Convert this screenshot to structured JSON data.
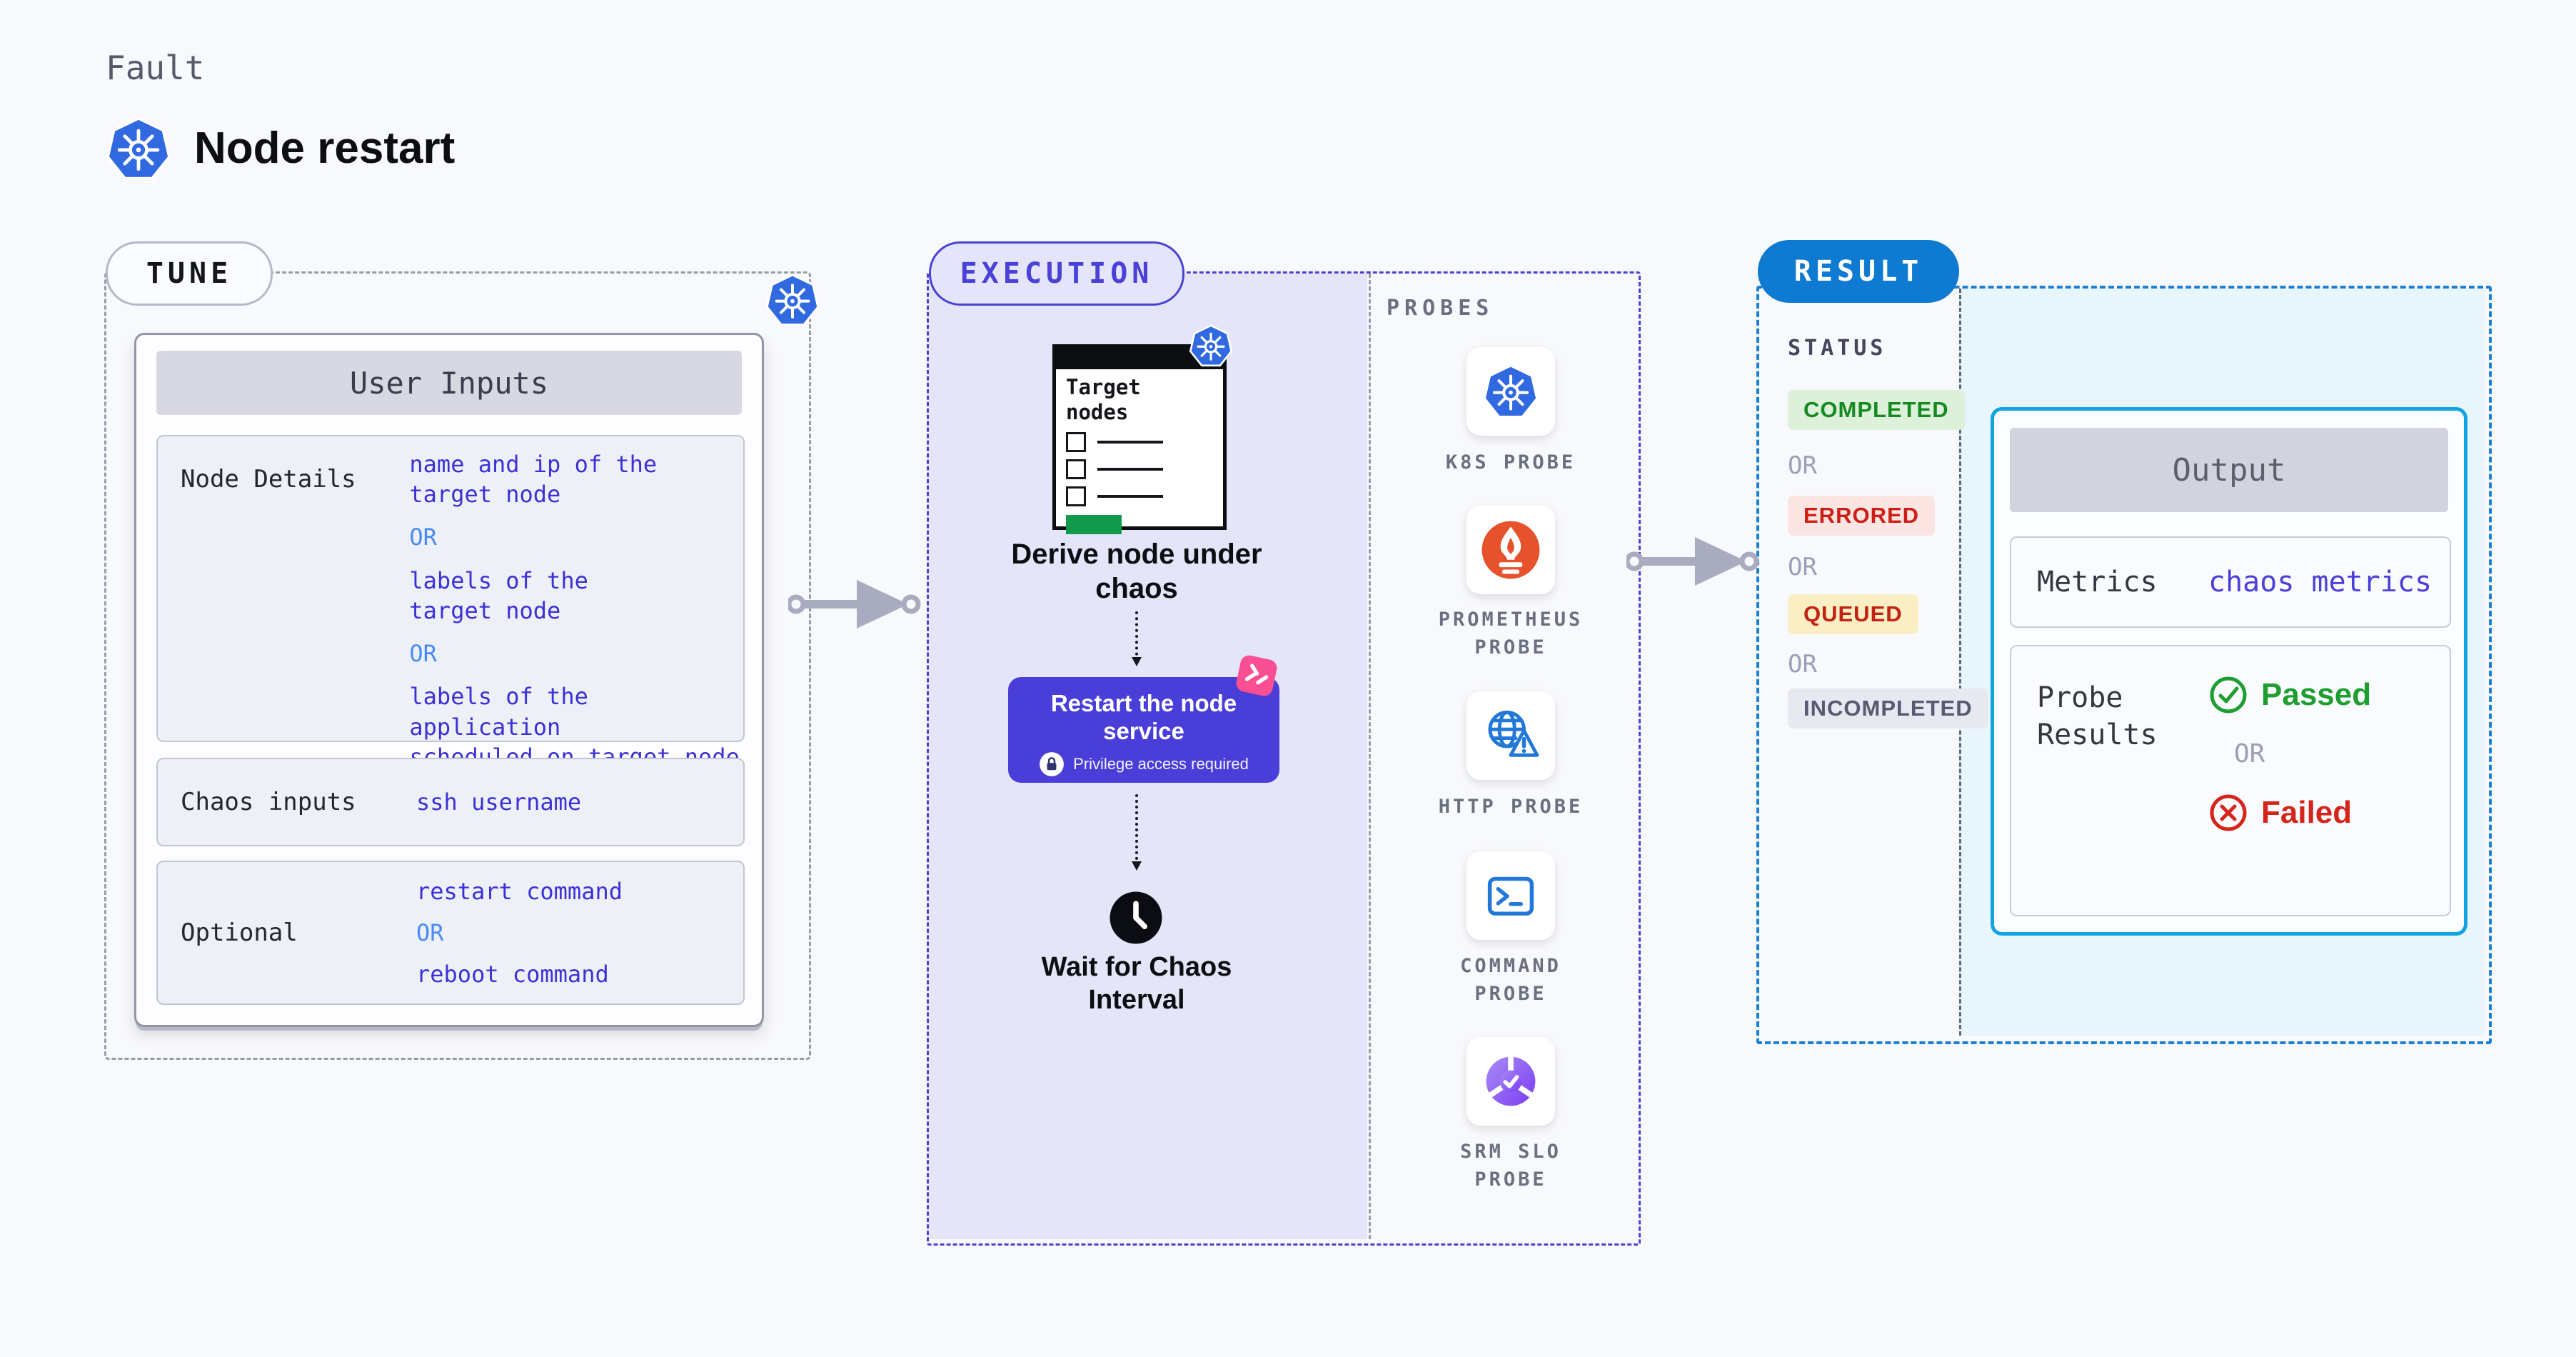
{
  "header": {
    "kicker": "Fault",
    "title": "Node restart"
  },
  "tune": {
    "badge": "TUNE",
    "table_header": "User Inputs",
    "rows": [
      {
        "label": "Node Details",
        "values": [
          "name and ip of the\ntarget node",
          "OR",
          "labels of the\ntarget node",
          "OR",
          "labels of the application\nscheduled on target node"
        ]
      },
      {
        "label": "Chaos inputs",
        "values": [
          "ssh username"
        ]
      },
      {
        "label": "Optional",
        "values": [
          "restart command",
          "OR",
          "reboot command"
        ]
      }
    ]
  },
  "execution": {
    "badge": "EXECUTION",
    "clipboard_title": "Target\nnodes",
    "steps": [
      "Derive node under\nchaos",
      "Restart the node\nservice",
      "Wait for Chaos\nInterval"
    ],
    "privilege_note": "Privilege access required"
  },
  "probes": {
    "label": "PROBES",
    "items": [
      {
        "icon": "kubernetes-icon",
        "label": "K8S PROBE"
      },
      {
        "icon": "prometheus-icon",
        "label": "PROMETHEUS\nPROBE"
      },
      {
        "icon": "http-globe-warning-icon",
        "label": "HTTP PROBE"
      },
      {
        "icon": "terminal-icon",
        "label": "COMMAND\nPROBE"
      },
      {
        "icon": "srm-slo-donut-check-icon",
        "label": "SRM SLO\nPROBE"
      }
    ]
  },
  "result": {
    "badge": "RESULT",
    "status_label": "STATUS",
    "statuses": [
      {
        "text": "COMPLETED",
        "type": "badge",
        "color": "#168a22",
        "bg": "#ddf0da"
      },
      {
        "text": "OR",
        "type": "or"
      },
      {
        "text": "ERRORED",
        "type": "badge",
        "color": "#cd1f16",
        "bg": "#fbe5e2"
      },
      {
        "text": "OR",
        "type": "or"
      },
      {
        "text": "QUEUED",
        "type": "badge",
        "color": "#c32112",
        "bg": "#faeec4"
      },
      {
        "text": "OR",
        "type": "or"
      },
      {
        "text": "INCOMPLETED",
        "type": "badge",
        "color": "#565b71",
        "bg": "#e7e8f0"
      }
    ],
    "output": {
      "header": "Output",
      "metrics_label": "Metrics",
      "metrics_value": "chaos metrics",
      "probe_results_label": "Probe\nResults",
      "passed": "Passed",
      "or": "OR",
      "failed": "Failed"
    }
  },
  "colors": {
    "page_bg": "#f8f9fc",
    "kubernetes_blue": "#3069e0",
    "indigo_accent": "#4a42d6",
    "value_indigo": "#3b31d6",
    "or_blue": "#4a8cf3",
    "execution_fill": "#e5e5fa",
    "result_blue": "#0e7ad2",
    "result_fill": "#e8f5fc",
    "output_border": "#12a3e3",
    "passed_green": "#1d9e2f",
    "failed_red": "#d5251b",
    "prometheus_orange": "#e6522c",
    "litmus_pink": "#fb4f93",
    "connector_gray": "#a9acbf"
  }
}
